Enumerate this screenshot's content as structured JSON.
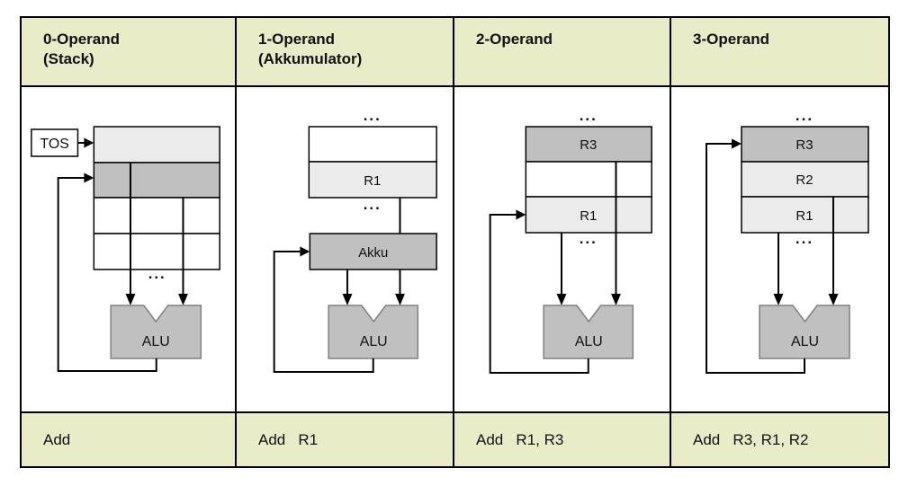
{
  "glyphs": {
    "dots": "..."
  },
  "colors": {
    "header_bg": "#e9ecc6",
    "cell_light": "#ebebeb",
    "cell_dark": "#c0c0c0",
    "alu_fill": "#c0c0c0",
    "alu_border": "#808080",
    "line": "#000000"
  },
  "table": {
    "columns": [
      {
        "header_line1": "0-Operand",
        "header_line2": "(Stack)",
        "instruction": "Add",
        "tos_label": "TOS",
        "alu_label": "ALU"
      },
      {
        "header_line1": "1-Operand",
        "header_line2": "(Akkumulator)",
        "instruction": "Add   R1",
        "r1_label": "R1",
        "akku_label": "Akku",
        "alu_label": "ALU"
      },
      {
        "header_line1": "2-Operand",
        "header_line2": "",
        "instruction": "Add   R1, R3",
        "r3_label": "R3",
        "r1_label": "R1",
        "alu_label": "ALU"
      },
      {
        "header_line1": "3-Operand",
        "header_line2": "",
        "instruction": "Add   R3, R1, R2",
        "r3_label": "R3",
        "r2_label": "R2",
        "r1_label": "R1",
        "alu_label": "ALU"
      }
    ]
  }
}
